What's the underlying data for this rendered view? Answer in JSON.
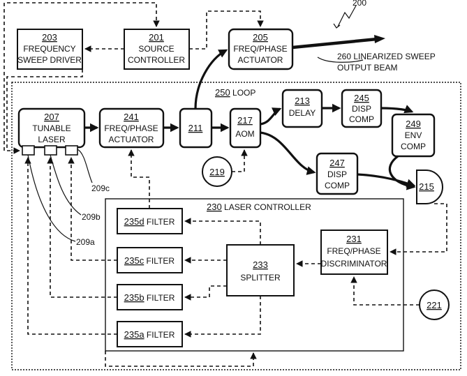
{
  "figure_number": "200",
  "blocks": {
    "b203": {
      "num": "203",
      "line1": "FREQUENCY",
      "line2": "SWEEP DRIVER"
    },
    "b201": {
      "num": "201",
      "line1": "SOURCE",
      "line2": "CONTROLLER"
    },
    "b205": {
      "num": "205",
      "line1": "FREQ/PHASE",
      "line2": "ACTUATOR"
    },
    "b207": {
      "num": "207",
      "line1": "TUNABLE",
      "line2": "LASER"
    },
    "b241": {
      "num": "241",
      "line1": "FREQ/PHASE",
      "line2": "ACTUATOR"
    },
    "b211": {
      "num": "211"
    },
    "b217": {
      "num": "217",
      "line1": "AOM"
    },
    "b213": {
      "num": "213",
      "line1": "DELAY"
    },
    "b245": {
      "num": "245",
      "line1": "DISP",
      "line2": "COMP"
    },
    "b249": {
      "num": "249",
      "line1": "ENV",
      "line2": "COMP"
    },
    "b247": {
      "num": "247",
      "line1": "DISP",
      "line2": "COMP"
    },
    "b215": {
      "num": "215"
    },
    "b219": {
      "num": "219"
    },
    "b221": {
      "num": "221"
    },
    "b231": {
      "num": "231",
      "line1": "FREQ/PHASE",
      "line2": "DISCRIMINATOR"
    },
    "b233": {
      "num": "233",
      "line1": "SPLITTER"
    },
    "b235d": {
      "num": "235d",
      "text": "FILTER"
    },
    "b235c": {
      "num": "235c",
      "text": "FILTER"
    },
    "b235b": {
      "num": "235b",
      "text": "FILTER"
    },
    "b235a": {
      "num": "235a",
      "text": "FILTER"
    }
  },
  "labels": {
    "loop_num": "250",
    "loop_text": "LOOP",
    "controller_num": "230",
    "controller_text": "LASER CONTROLLER",
    "output_num": "260",
    "output_line1": "LINEARIZED SWEEP",
    "output_line2": "OUTPUT BEAM",
    "port_209a": "209a",
    "port_209b": "209b",
    "port_209c": "209c"
  }
}
